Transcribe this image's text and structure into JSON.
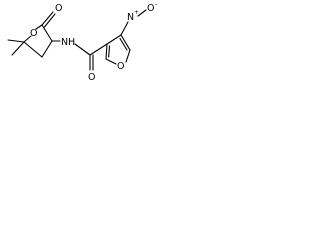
{
  "molecule": {
    "atoms": {
      "lactone_ring_oxygen": "O",
      "lactone_carbonyl_oxygen": "O",
      "amide_nitrogen": "N",
      "amide_hydrogen": "H",
      "amide_carbonyl_oxygen": "O",
      "furan_oxygen": "O",
      "nitro_nitrogen": "N",
      "nitro_nitrogen_charge": "+",
      "nitro_oxygen": "O",
      "nitro_oxygen_charge": "-"
    }
  }
}
